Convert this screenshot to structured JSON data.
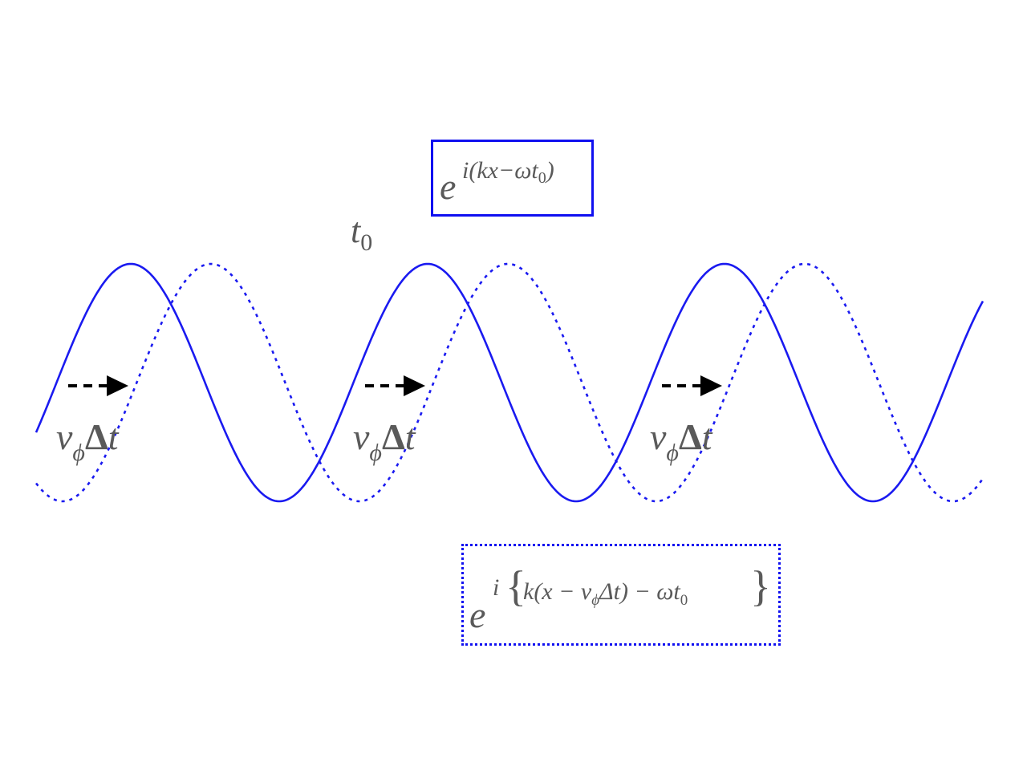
{
  "formulas": {
    "top_base": "e",
    "top_exponent": "i(kx−ωt",
    "top_exponent_sub": "0",
    "top_exponent_close": ")",
    "time_label": "t",
    "time_label_sub": "0",
    "bottom_base": "e",
    "bottom_i": "i",
    "bottom_open_brace": "{",
    "bottom_inner_a": "k(x − v",
    "bottom_inner_sub_phi": "ϕ",
    "bottom_inner_b": "Δt) − ωt",
    "bottom_inner_sub_0": "0",
    "bottom_close_brace": "}"
  },
  "shift_labels": [
    {
      "v": "v",
      "phi": "ϕ",
      "delta": "Δ",
      "t": "t"
    },
    {
      "v": "v",
      "phi": "ϕ",
      "delta": "Δ",
      "t": "t"
    },
    {
      "v": "v",
      "phi": "ϕ",
      "delta": "Δ",
      "t": "t"
    }
  ],
  "colors": {
    "wave": "#1a1af0",
    "box": "#1010f0",
    "arrow": "#000000",
    "text": "#5a5a5a"
  },
  "waves": {
    "cycles": 3.2,
    "solid_style": "solid",
    "shifted_style": "dotted",
    "phase_shift_fraction_of_wavelength": 0.27
  }
}
